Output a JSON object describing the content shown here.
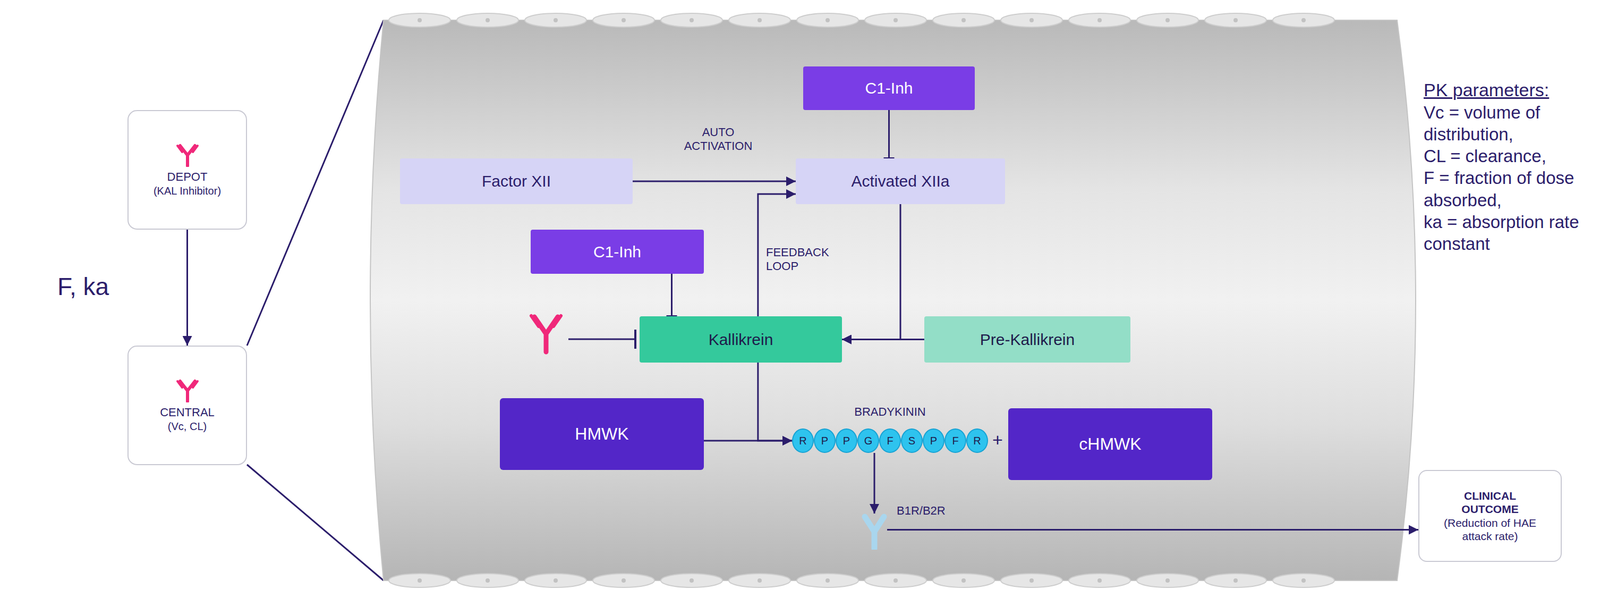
{
  "diagram": {
    "nodes": [
      {
        "text": [
          "DEPOT",
          "(KAL Inhibitor)"
        ]
      },
      {
        "text": [
          "CENTRAL",
          "(Vc, CL)"
        ]
      },
      {
        "text": [
          "C1-Inh"
        ]
      },
      {
        "text": [
          "Factor XII"
        ]
      },
      {
        "text": [
          "Activated XIIa"
        ]
      },
      {
        "text": [
          "C1-Inh"
        ]
      },
      {
        "text": [
          "Kallikrein"
        ]
      },
      {
        "text": [
          "Pre-Kallikrein"
        ]
      },
      {
        "text": [
          "HMWK"
        ]
      },
      {
        "text": [
          "BRADYKININ",
          "R",
          "P",
          "P",
          "G",
          "F",
          "S",
          "P",
          "F",
          "R"
        ]
      },
      {
        "text": [
          "cHMWK"
        ]
      },
      {
        "text": [
          "B1R/B2R"
        ]
      },
      {
        "text": [
          "CLINICAL OUTCOME",
          "(Reduction of HAE attack rate)"
        ]
      }
    ],
    "edges": [
      {
        "from": 0,
        "to": 1,
        "arrow": "to",
        "label": "F, ka"
      },
      {
        "from": 3,
        "to": 4,
        "arrow": "to",
        "label": "AUTO ACTIVATION"
      },
      {
        "from": 2,
        "to": 4,
        "arrow": "none"
      },
      {
        "from": 4,
        "to": 6,
        "arrow": "to"
      },
      {
        "from": 6,
        "to": 4,
        "arrow": "to",
        "label": "FEEDBACK LOOP"
      },
      {
        "from": 5,
        "to": 6,
        "arrow": "none"
      },
      {
        "from": 7,
        "to": 6,
        "arrow": "to"
      },
      {
        "from": 6,
        "to": 9,
        "arrow": "to"
      },
      {
        "from": 8,
        "to": 9,
        "arrow": "to"
      },
      {
        "from": 9,
        "to": 11,
        "arrow": "to"
      },
      {
        "from": 11,
        "to": 12,
        "arrow": "to"
      }
    ],
    "labels": [
      "+",
      "PK parameters:",
      "Vc = volume of distribution,",
      "CL = clearance,",
      "F = fraction of dose absorbed,",
      "ka = absorption rate constant"
    ]
  }
}
